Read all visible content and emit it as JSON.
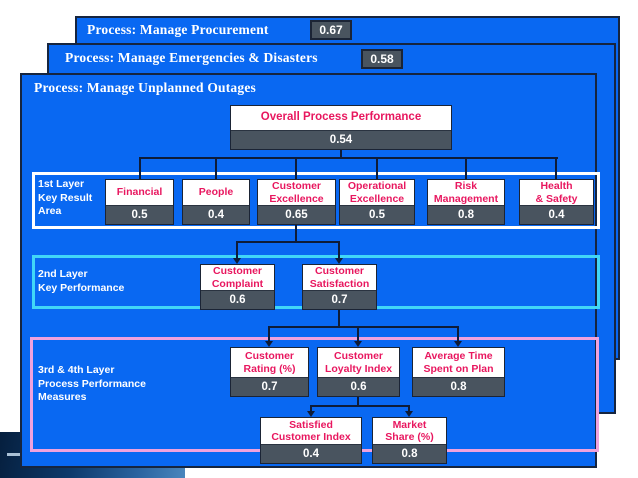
{
  "slides": [
    {
      "title": "Process: Manage Procurement",
      "score": "0.67"
    },
    {
      "title": "Process: Manage Emergencies & Disasters",
      "score": "0.58"
    },
    {
      "title": "Process: Manage Unplanned Outages"
    }
  ],
  "tree": {
    "root": {
      "label": "Overall Process Performance",
      "value": "0.54"
    },
    "layer1": {
      "band_label": "1st Layer\nKey Result\nArea",
      "nodes": [
        {
          "label": "Financial",
          "value": "0.5"
        },
        {
          "label": "People",
          "value": "0.4"
        },
        {
          "label": "Customer\nExcellence",
          "value": "0.65"
        },
        {
          "label": "Operational\nExcellence",
          "value": "0.5"
        },
        {
          "label": "Risk\nManagement",
          "value": "0.8"
        },
        {
          "label": "Health\n& Safety",
          "value": "0.4"
        }
      ]
    },
    "layer2": {
      "band_label": "2nd Layer\nKey Performance",
      "nodes": [
        {
          "label": "Customer\nComplaint",
          "value": "0.6"
        },
        {
          "label": "Customer\nSatisfaction",
          "value": "0.7"
        }
      ]
    },
    "layer3": {
      "band_label": "3rd & 4th Layer\nProcess Performance\nMeasures",
      "nodes": [
        {
          "label": "Customer\nRating (%)",
          "value": "0.7"
        },
        {
          "label": "Customer\nLoyalty Index",
          "value": "0.6"
        },
        {
          "label": "Average Time\nSpent on Plan",
          "value": "0.8"
        }
      ],
      "subnodes": [
        {
          "label": "Satisfied\nCustomer Index",
          "value": "0.4"
        },
        {
          "label": "Market\nShare (%)",
          "value": "0.8"
        }
      ]
    }
  },
  "colors": {
    "card_blue": "#0968f2",
    "card_border": "#16253f",
    "value_bar": "#49545f",
    "accent_text_pink": "#e8175f",
    "band1_border": "#ffffff",
    "band2_border": "#41d7f7",
    "band3_border": "#efa2de",
    "connector": "#0e1c38"
  }
}
